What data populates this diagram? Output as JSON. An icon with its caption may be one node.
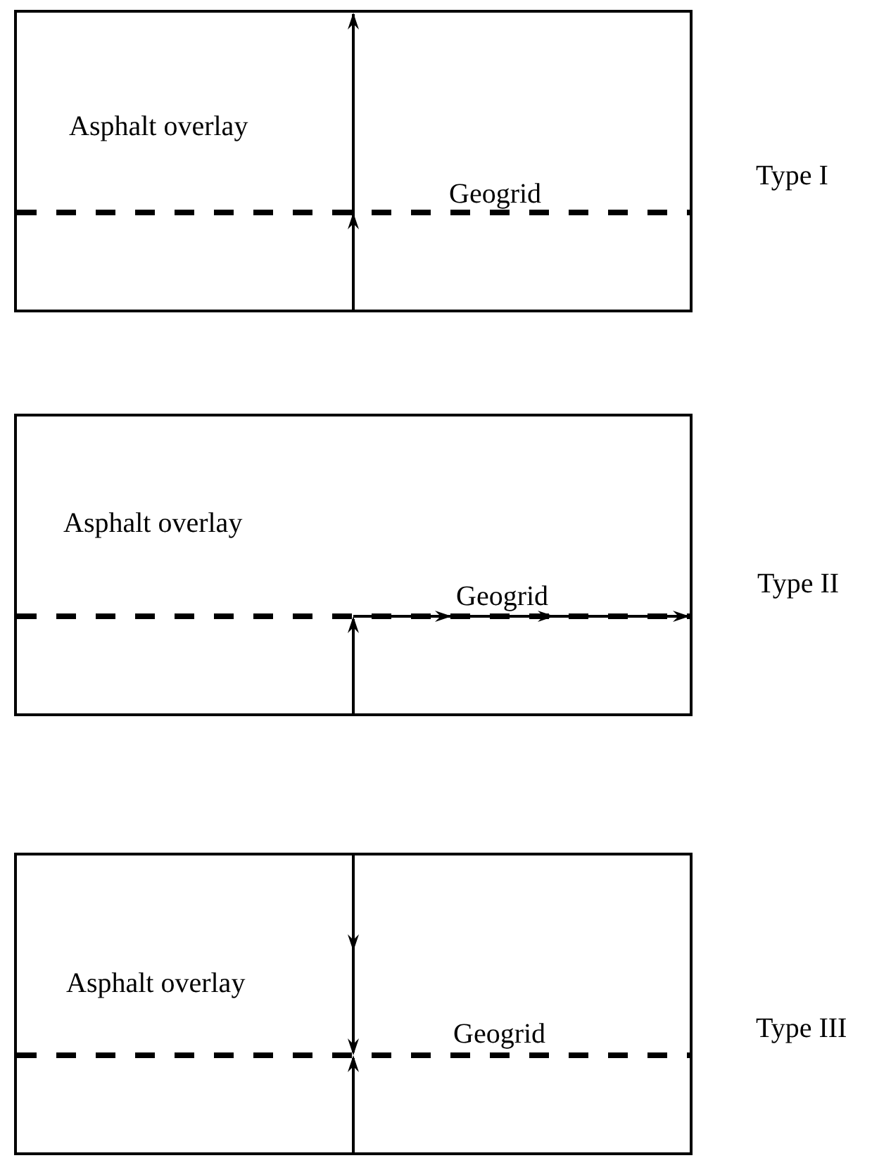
{
  "diagram": {
    "nodes": [
      {
        "text": [
          "Asphalt overlay",
          "Geogrid"
        ],
        "beside": [
          "Type I"
        ]
      },
      {
        "text": [
          "Asphalt overlay",
          "Geogrid"
        ],
        "beside": [
          "Type II"
        ]
      },
      {
        "text": [
          "Asphalt overlay",
          "Geogrid"
        ],
        "beside": [
          "Type III"
        ]
      }
    ]
  }
}
